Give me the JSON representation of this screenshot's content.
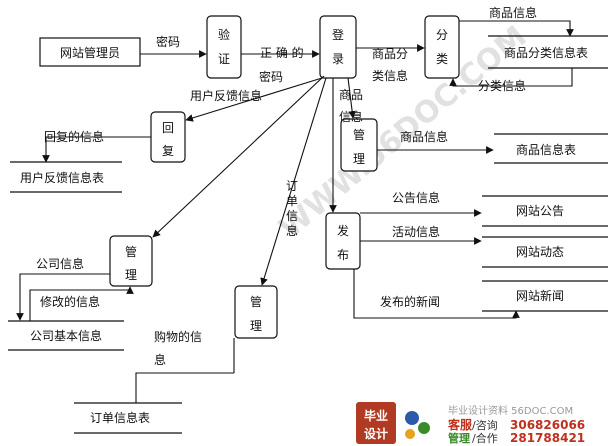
{
  "diagram": {
    "colors": {
      "line": "#111111",
      "watermark": "#c9c9c9",
      "footer_blue": "#2a5aa8",
      "footer_red": "#c0301c",
      "footer_green": "#3a8a2a"
    },
    "entity": {
      "admin": "网站管理员"
    },
    "processes": {
      "verify": [
        "验",
        "证"
      ],
      "login": [
        "登",
        "录"
      ],
      "classify": [
        "分",
        "类"
      ],
      "reply": [
        "回",
        "复"
      ],
      "manage_goods": [
        "管",
        "理"
      ],
      "publish": [
        "发",
        "布"
      ],
      "manage_company": [
        "管",
        "理"
      ],
      "manage_orders": [
        "管",
        "理"
      ]
    },
    "stores": {
      "goods_category": "商品分类信息表",
      "goods": "商品信息表",
      "feedback": "用户反馈信息表",
      "notice": "网站公告",
      "activity": "网站动态",
      "news": "网站新闻",
      "company": "公司基本信息",
      "orders": "订单信息表"
    },
    "flows": {
      "password": "密码",
      "correct_password_1": "正 确 的",
      "correct_password_2": "密码",
      "goods_category_info_1": "商品分",
      "goods_category_info_2": "类信息",
      "goods_info_top": "商品信息",
      "category_info": "分类信息",
      "user_feedback": "用户反馈信息",
      "reply_info": "回复的信息",
      "goods_info_v1": "商品",
      "goods_info_v2": "信息",
      "goods_info_mid": "商品信息",
      "order_info_v": [
        "订",
        "单",
        "信",
        "息"
      ],
      "notice_info": "公告信息",
      "activity_info": "活动信息",
      "published_news": "发布的新闻",
      "company_info": "公司信息",
      "modified_info": "修改的信息",
      "purchase_info_1": "购物的信",
      "purchase_info_2": "息"
    },
    "watermark": "WWW.56DOC.COM",
    "footer": {
      "logo_top": "毕业",
      "logo_bottom": "设计",
      "site": "毕业设计资料 56DOC.COM",
      "kefu_label": "客服",
      "kefu_sep": "/咨询",
      "kefu_qq": "306826066",
      "hezuo_label": "管理",
      "hezuo_sep": "/合作",
      "hezuo_qq": "281788421"
    }
  }
}
